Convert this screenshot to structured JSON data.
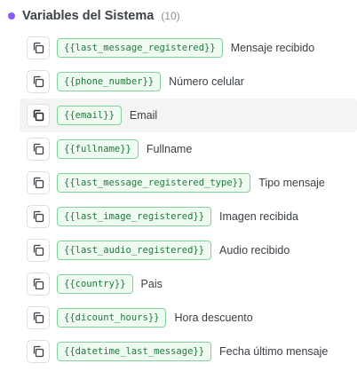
{
  "section": {
    "title": "Variables del Sistema",
    "count": "(10)",
    "accent_color": "#8b5cf6"
  },
  "copy_icon": "copy-icon",
  "variables": [
    {
      "tag": "{{last_message_registered}}",
      "label": "Mensaje recibido"
    },
    {
      "tag": "{{phone_number}}",
      "label": "Número celular"
    },
    {
      "tag": "{{email}}",
      "label": "Email"
    },
    {
      "tag": "{{fullname}}",
      "label": "Fullname"
    },
    {
      "tag": "{{last_message_registered_type}}",
      "label": "Tipo mensaje"
    },
    {
      "tag": "{{last_image_registered}}",
      "label": "Imagen recibida"
    },
    {
      "tag": "{{last_audio_registered}}",
      "label": "Audio recibido"
    },
    {
      "tag": "{{country}}",
      "label": "Pais"
    },
    {
      "tag": "{{dicount_hours}}",
      "label": "Hora descuento"
    },
    {
      "tag": "{{datetime_last_message}}",
      "label": "Fecha último mensaje"
    }
  ]
}
